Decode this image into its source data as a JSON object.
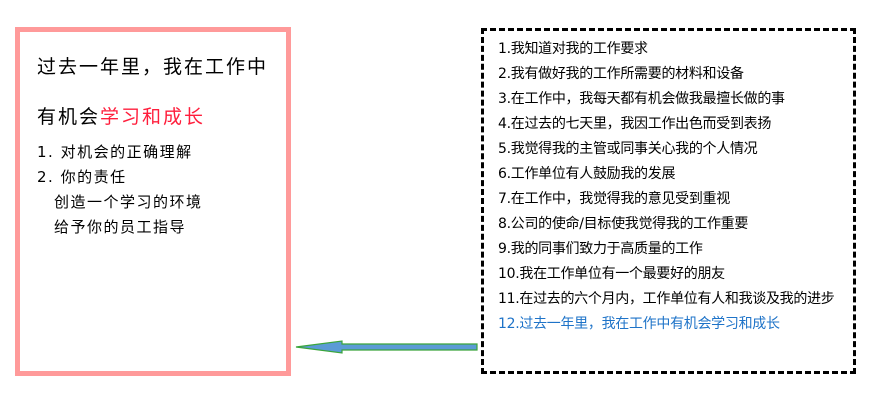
{
  "left_box": {
    "title_line1": "过去一年里，我在工作中",
    "title_line2_prefix": "有机会",
    "title_line2_highlight": "学习和成长",
    "items": [
      "1. 对机会的正确理解",
      "2. 你的责任"
    ],
    "sub_items": [
      "创造一个学习的环境",
      "给予你的员工指导"
    ]
  },
  "right_box": {
    "items": [
      "1.我知道对我的工作要求",
      "2.我有做好我的工作所需要的材料和设备",
      "3.在工作中，我每天都有机会做我最擅长做的事",
      "4.在过去的七天里，我因工作出色而受到表扬",
      "5.我觉得我的主管或同事关心我的个人情况",
      "6.工作单位有人鼓励我的发展",
      "7.在工作中，我觉得我的意见受到重视",
      "8.公司的使命/目标使我觉得我的工作重要",
      "9.我的同事们致力于高质量的工作",
      "10.我在工作单位有一个最要好的朋友",
      "11.在过去的六个月内，工作单位有人和我谈及我的进步"
    ],
    "highlighted_item": "12.过去一年里，我在工作中有机会学习和成长"
  },
  "colors": {
    "left_border": "#ff9a9a",
    "highlight_red": "#ff1e3c",
    "highlight_blue": "#1e73c8",
    "arrow_fill": "#5b9bd5",
    "arrow_stroke": "#3aa53a"
  }
}
